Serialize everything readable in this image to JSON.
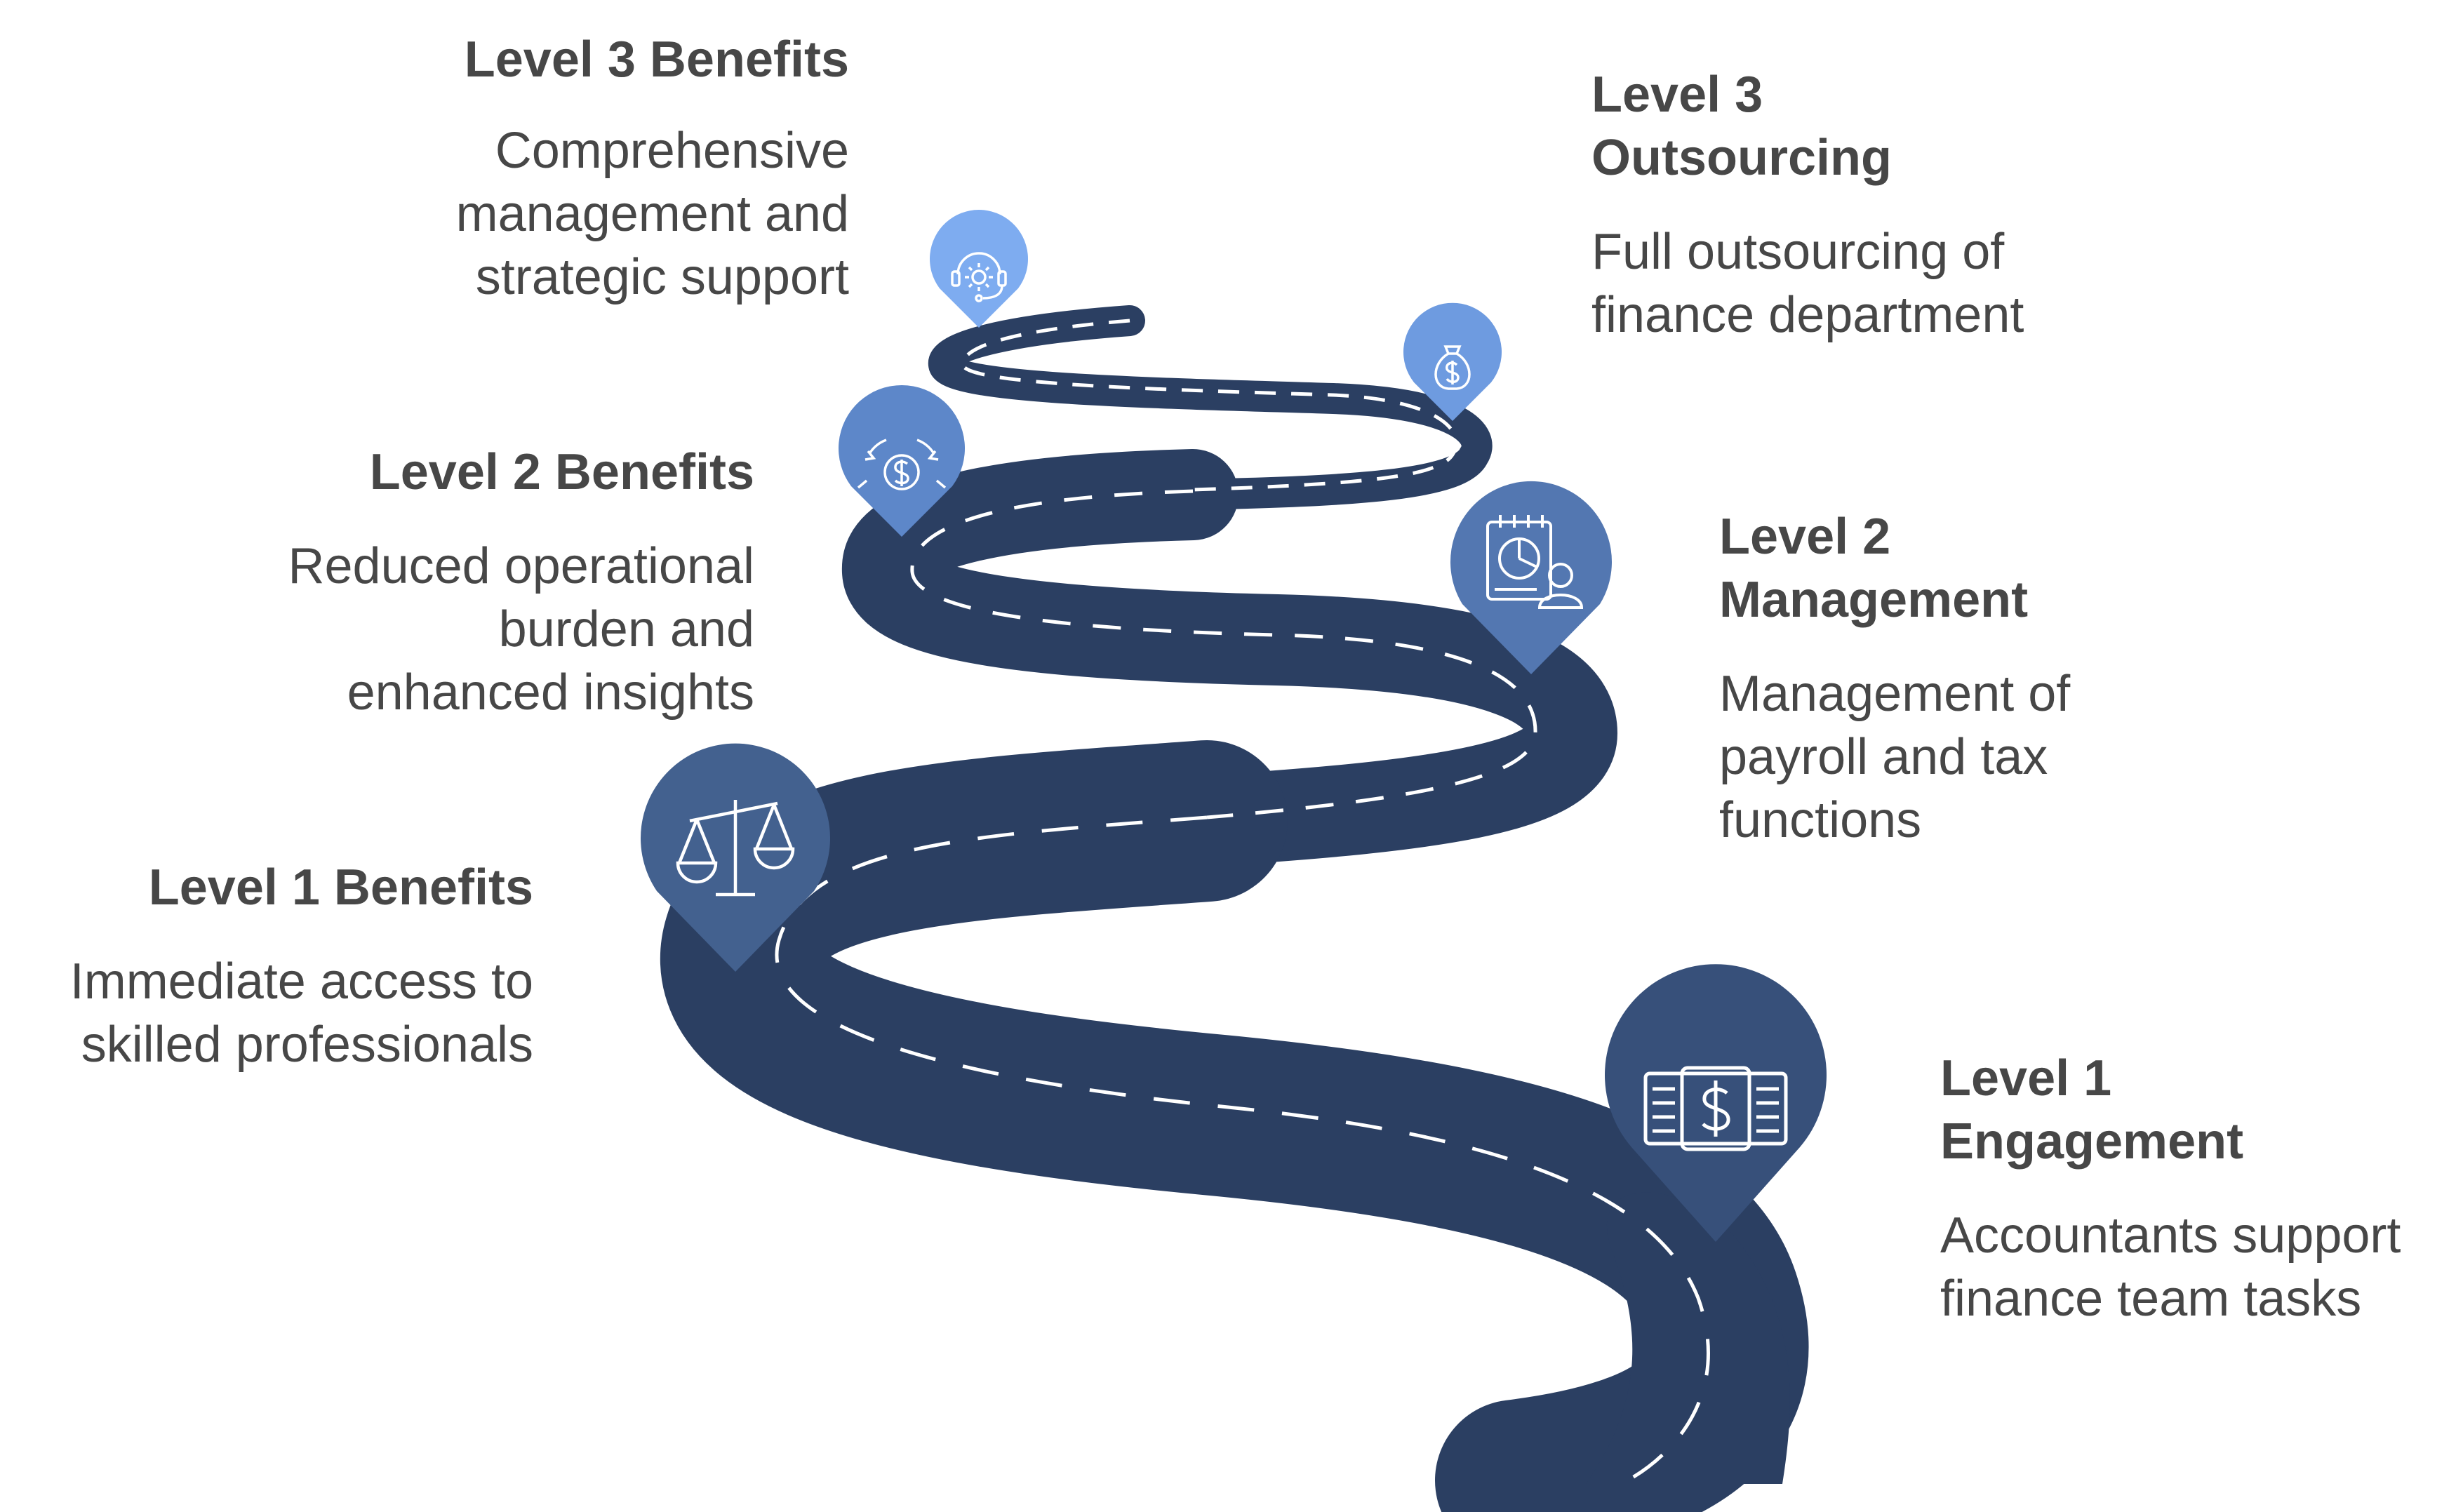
{
  "diagram": {
    "colors": {
      "road": "#2b3f62",
      "road_dash": "#ffffff",
      "pin_level1_engagement": "#37507a",
      "pin_level1_benefits": "#43618f",
      "pin_level2_management": "#5377b1",
      "pin_level2_benefits": "#5d87c9",
      "pin_level3_outsourcing": "#6e9be0",
      "pin_level3_benefits": "#7eacf0",
      "text": "#474747"
    },
    "pins": [
      {
        "id": "level1-engagement",
        "icon": "cash-icon"
      },
      {
        "id": "level1-benefits",
        "icon": "scale-icon"
      },
      {
        "id": "level2-management",
        "icon": "report-user-icon"
      },
      {
        "id": "level2-benefits",
        "icon": "savings-cycle-icon"
      },
      {
        "id": "level3-outsourcing",
        "icon": "money-bag-icon"
      },
      {
        "id": "level3-benefits",
        "icon": "support-gear-icon"
      }
    ],
    "labels": {
      "level3_benefits": {
        "title": "Level 3 Benefits",
        "desc": "Comprehensive\nmanagement and\nstrategic support"
      },
      "level2_benefits": {
        "title": "Level 2 Benefits",
        "desc": "Reduced operational\nburden and\nenhanced insights"
      },
      "level1_benefits": {
        "title": "Level 1 Benefits",
        "desc": "Immediate access to\nskilled professionals"
      },
      "level3_outsourcing": {
        "title": "Level 3\nOutsourcing",
        "desc": "Full outsourcing of\nfinance department"
      },
      "level2_management": {
        "title": "Level 2\nManagement",
        "desc": "Management of\npayroll and tax\nfunctions"
      },
      "level1_engagement": {
        "title": "Level 1\nEngagement",
        "desc": "Accountants support\nfinance team tasks"
      }
    }
  }
}
